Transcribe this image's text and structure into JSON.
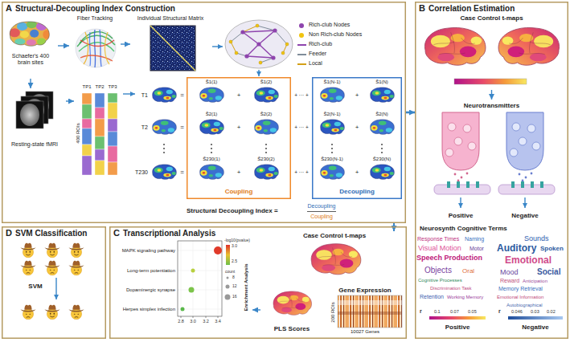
{
  "diagram": {
    "nodes": [
      {
        "text": [
          "A",
          "Structural-Decoupling Index Construction"
        ]
      },
      {
        "text": [
          "B",
          "Correlation Estimation"
        ]
      },
      {
        "text": [
          "D",
          "SVM Classification"
        ]
      },
      {
        "text": [
          "C",
          "Transcriptional Analysis"
        ]
      },
      {
        "text": [
          "Schaefer's 400 brain sites"
        ],
        "in": 0
      },
      {
        "text": [
          "Fiber Tracking"
        ],
        "in": 0
      },
      {
        "text": [
          "Individual Structural Matrix"
        ],
        "in": 0
      },
      {
        "text": [
          "Resting-state fMRI"
        ],
        "in": 0
      },
      {
        "text": [
          "TP1",
          "TP2",
          "TP3",
          "400 ROIs"
        ],
        "in": 0
      },
      {
        "text": [
          "Coupling"
        ],
        "in": 0
      },
      {
        "text": [
          "Decoupling"
        ],
        "in": 0
      },
      {
        "text": [
          "Case Control t-maps"
        ],
        "in": 1
      },
      {
        "text": [
          "Neurotransmitters"
        ],
        "in": 1
      },
      {
        "text": [
          "Case Control t-maps"
        ],
        "in": 3
      },
      {
        "text": [
          "Gene Expression",
          "200 ROIs",
          "10027 Genes"
        ],
        "in": 3
      },
      {
        "text": [
          "PLS Scores"
        ],
        "in": 3
      },
      {
        "text": [
          "Enrichment Analysis"
        ],
        "in": 3
      }
    ],
    "edges": [
      {
        "from": 4,
        "to": 5,
        "arrow": "to"
      },
      {
        "from": 5,
        "to": 6,
        "arrow": "to"
      },
      {
        "from": 4,
        "to": 7,
        "arrow": "to"
      },
      {
        "from": 7,
        "to": 8,
        "arrow": "to"
      },
      {
        "from": 0,
        "to": 1,
        "arrow": "to"
      },
      {
        "from": 11,
        "to": 12,
        "arrow": "to"
      },
      {
        "from": 0,
        "to": 13,
        "arrow": "to"
      },
      {
        "from": 15,
        "to": 16,
        "arrow": "to"
      }
    ],
    "labels": [
      "T1",
      "=",
      "S̃1(1)",
      "+",
      "S̃1(2)",
      "+ ··· +",
      "S̃1(N-1)",
      "+",
      "S̃1(N)",
      "T2",
      "=",
      "S̃2(1)",
      "+",
      "S̃2(2)",
      "+ ··· +",
      "S̃2(N-1)",
      "+",
      "S̃2(N)",
      "T230",
      "=",
      "S̃230(1)",
      "+",
      "S̃230(2)",
      "+ ··· +",
      "S̃230(N-1)",
      "+",
      "S̃230(N)",
      "Structural Decoupling Index =",
      "Decoupling",
      "Coupling",
      "Positive",
      "Negative",
      "Neurosynth Cognitive Terms",
      "Response Times",
      "Naming",
      "Visual Motion",
      "Motor",
      "Speech Production",
      "Objects",
      "Oral",
      "Cognitive Processes",
      "Discrimination Task",
      "Retention",
      "Working Memory",
      "Sounds",
      "Auditory",
      "Spoken",
      "Emotional",
      "Mood",
      "Social",
      "Reward",
      "Anticipation",
      "Memory Retrieval",
      "Emotional Information",
      "Autobiographical",
      "r",
      "0.1",
      "0.07",
      "0.05",
      "r",
      "0.046",
      "0.03",
      "0.02",
      "Positive",
      "Negative",
      "MAPK signaling pathway",
      "Long-term potentiation",
      "Dopaminergic synapse",
      "Herpes simplex infection",
      "2.8",
      "3.0",
      "3.2",
      "3.4",
      "-log10(pvalue)",
      "3.0",
      "2.5",
      "count",
      "8",
      "12",
      "16",
      "SVM"
    ],
    "legend": [
      {
        "text": "Rich-club Nodes",
        "color": "#8e44ad"
      },
      {
        "text": "Non Rich-club Nodes",
        "color": "#f1c40f"
      },
      {
        "text": "Rich-club"
      },
      {
        "text": "Feeder"
      },
      {
        "text": "Local"
      }
    ]
  }
}
